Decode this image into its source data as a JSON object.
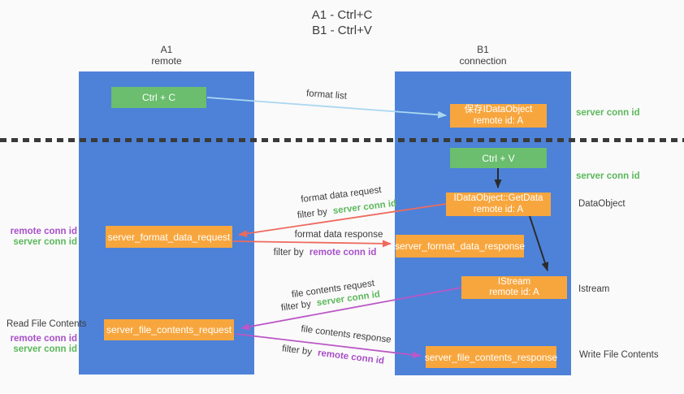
{
  "title": {
    "line1": "A1 - Ctrl+C",
    "line2": "B1 - Ctrl+V"
  },
  "lifelines": {
    "a1": {
      "name": "A1",
      "role": "remote"
    },
    "b1": {
      "name": "B1",
      "role": "connection"
    }
  },
  "nodes": {
    "ctrl_c": {
      "label": "Ctrl + C"
    },
    "ctrl_v": {
      "label": "Ctrl + V"
    },
    "save_dataobject": {
      "line1": "保存IDataObject",
      "line2": "remote id: A"
    },
    "getdata": {
      "line1": "IDataObject::GetData",
      "line2": "remote id: A"
    },
    "istream": {
      "line1": "IStream",
      "line2": "remote id: A"
    },
    "server_format_data_request": {
      "label": "server_format_data_request"
    },
    "server_format_data_response": {
      "label": "server_format_data_response"
    },
    "server_file_contents_request": {
      "label": "server_file_contents_request"
    },
    "server_file_contents_response": {
      "label": "server_file_contents_response"
    }
  },
  "edges": {
    "format_list": {
      "label": "format list"
    },
    "format_data_request": {
      "label": "format data request",
      "filter_prefix": "filter by",
      "filter_key": "server conn id"
    },
    "format_data_response": {
      "label": "format data response",
      "filter_prefix": "filter by",
      "filter_key": "remote conn id"
    },
    "file_contents_request": {
      "label": "file contents request",
      "filter_prefix": "filter by",
      "filter_key": "server conn id"
    },
    "file_contents_response": {
      "label": "file contents response",
      "filter_prefix": "filter by",
      "filter_key": "remote conn id"
    }
  },
  "annotations": {
    "right": {
      "server_conn_id_top": "server conn id",
      "server_conn_id_mid": "server conn id",
      "dataobject": "DataObject",
      "istream": "Istream",
      "write_file_contents": "Write File Contents"
    },
    "left": {
      "remote_conn_id_top": "remote conn id",
      "server_conn_id_top": "server conn id",
      "read_file_contents": "Read File Contents",
      "remote_conn_id_bottom": "remote conn id",
      "server_conn_id_bottom": "server conn id"
    }
  },
  "colors": {
    "lifeline_blue": "#4d82d8",
    "node_green": "#6abe6e",
    "node_orange": "#f7a63e",
    "arrow_lightblue": "#aad7f0",
    "arrow_red": "#ee6a5e",
    "arrow_magenta": "#bb57c6",
    "arrow_black": "#2b2b2b",
    "text_green": "#5cb85c",
    "text_purple": "#a84fc8",
    "divider_dark": "#3a3a3a"
  }
}
